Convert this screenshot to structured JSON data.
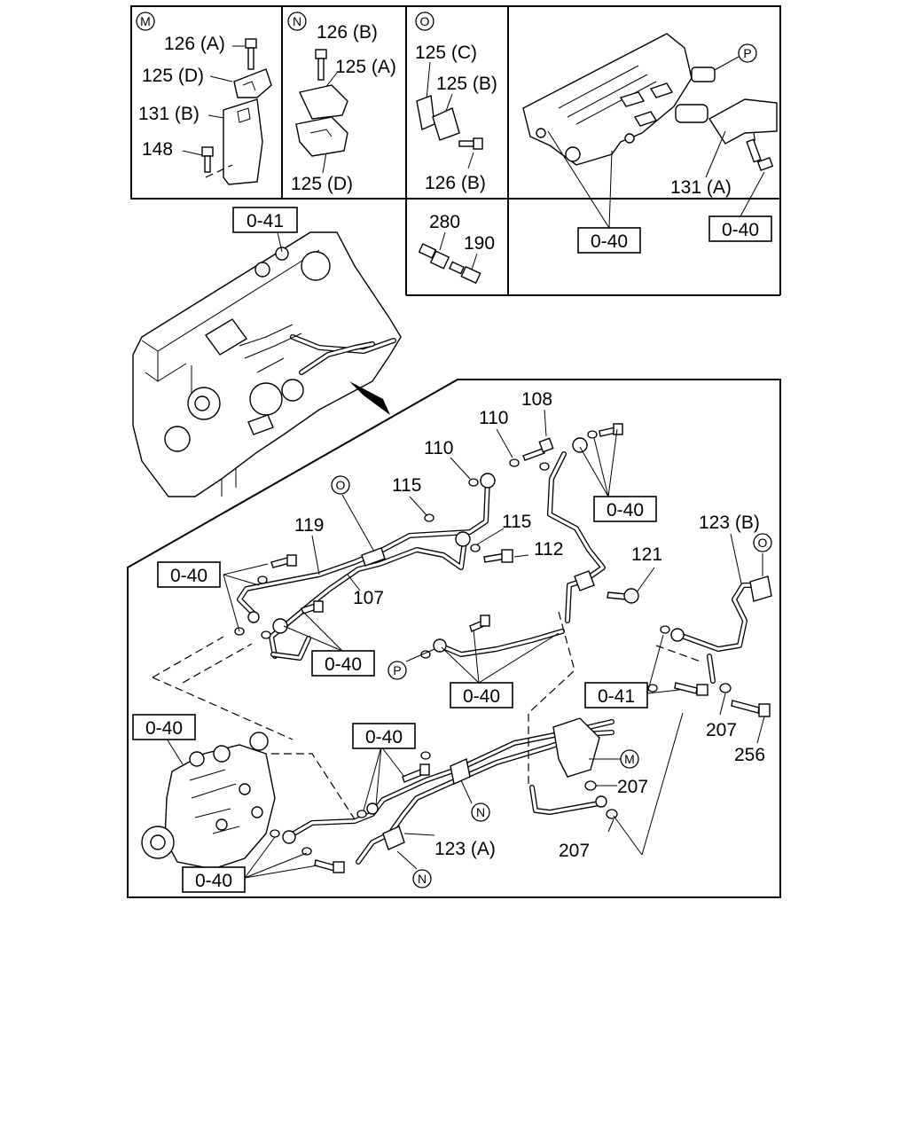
{
  "insets": {
    "m": {
      "marker": "M",
      "labels": [
        "126 (A)",
        "125 (D)",
        "131 (B)",
        "148"
      ]
    },
    "n": {
      "marker": "N",
      "labels": [
        "126 (B)",
        "125 (A)",
        "125 (D)"
      ]
    },
    "o": {
      "marker": "O",
      "labels": [
        "125 (C)",
        "125 (B)",
        "126 (B)"
      ]
    },
    "sensor": {
      "labels": [
        "280",
        "190"
      ]
    },
    "p": {
      "marker": "P",
      "labels": [
        "131 (A)"
      ],
      "boxes": [
        "0-40",
        "0-40"
      ]
    }
  },
  "engine": {
    "box": "0-41"
  },
  "main": {
    "labels": {
      "l108": "108",
      "l110a": "110",
      "l110b": "110",
      "l115a": "115",
      "l115b": "115",
      "l119": "119",
      "l107": "107",
      "l112": "112",
      "l121": "121",
      "l123b": "123 (B)",
      "l207a": "207",
      "l207b": "207",
      "l207c": "207",
      "l256": "256",
      "l123a": "123 (A)"
    },
    "boxes": {
      "b1": "0-40",
      "b2": "0-40",
      "b3": "0-40",
      "b4": "0-40",
      "b5": "0-40",
      "b6": "0-40",
      "b7": "0-40",
      "b8": "0-41"
    },
    "markers": {
      "o1": "O",
      "o2": "O",
      "p": "P",
      "m": "M",
      "n1": "N",
      "n2": "N"
    }
  }
}
